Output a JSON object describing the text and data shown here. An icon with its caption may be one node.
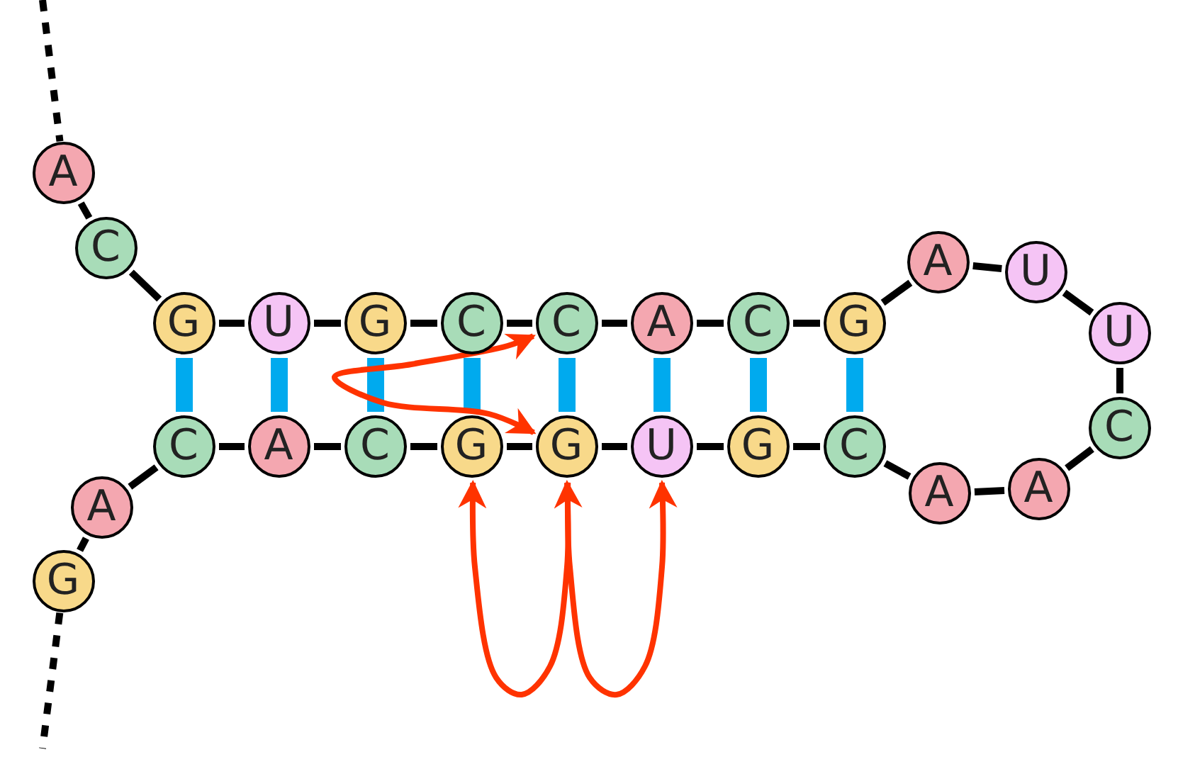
{
  "diagram": {
    "nodes": [
      {
        "text": [
          "A"
        ]
      },
      {
        "text": [
          "C"
        ]
      },
      {
        "text": [
          "G"
        ]
      },
      {
        "text": [
          "U"
        ]
      },
      {
        "text": [
          "G"
        ]
      },
      {
        "text": [
          "C"
        ]
      },
      {
        "text": [
          "C"
        ]
      },
      {
        "text": [
          "A"
        ]
      },
      {
        "text": [
          "C"
        ]
      },
      {
        "text": [
          "G"
        ]
      },
      {
        "text": [
          "A"
        ]
      },
      {
        "text": [
          "U"
        ]
      },
      {
        "text": [
          "U"
        ]
      },
      {
        "text": [
          "C"
        ]
      },
      {
        "text": [
          "A"
        ]
      },
      {
        "text": [
          "A"
        ]
      },
      {
        "text": [
          "C"
        ]
      },
      {
        "text": [
          "G"
        ]
      },
      {
        "text": [
          "U"
        ]
      },
      {
        "text": [
          "G"
        ]
      },
      {
        "text": [
          "G"
        ]
      },
      {
        "text": [
          "C"
        ]
      },
      {
        "text": [
          "A"
        ]
      },
      {
        "text": [
          "C"
        ]
      },
      {
        "text": [
          "A"
        ]
      },
      {
        "text": [
          "G"
        ]
      }
    ],
    "edges": [
      {
        "from": null,
        "to": 0,
        "arrow": "none",
        "style": "dashed"
      },
      {
        "from": 0,
        "to": 1,
        "arrow": "none"
      },
      {
        "from": 1,
        "to": 2,
        "arrow": "none"
      },
      {
        "from": 2,
        "to": 3,
        "arrow": "none"
      },
      {
        "from": 3,
        "to": 4,
        "arrow": "none"
      },
      {
        "from": 4,
        "to": 5,
        "arrow": "none"
      },
      {
        "from": 5,
        "to": 6,
        "arrow": "none"
      },
      {
        "from": 6,
        "to": 7,
        "arrow": "none"
      },
      {
        "from": 7,
        "to": 8,
        "arrow": "none"
      },
      {
        "from": 8,
        "to": 9,
        "arrow": "none"
      },
      {
        "from": 9,
        "to": 10,
        "arrow": "none"
      },
      {
        "from": 10,
        "to": 11,
        "arrow": "none"
      },
      {
        "from": 11,
        "to": 12,
        "arrow": "none"
      },
      {
        "from": 12,
        "to": 13,
        "arrow": "none"
      },
      {
        "from": 13,
        "to": 14,
        "arrow": "none"
      },
      {
        "from": 14,
        "to": 15,
        "arrow": "none"
      },
      {
        "from": 15,
        "to": 16,
        "arrow": "none"
      },
      {
        "from": 16,
        "to": 17,
        "arrow": "none"
      },
      {
        "from": 17,
        "to": 18,
        "arrow": "none"
      },
      {
        "from": 18,
        "to": 19,
        "arrow": "none"
      },
      {
        "from": 19,
        "to": 20,
        "arrow": "none"
      },
      {
        "from": 20,
        "to": 21,
        "arrow": "none"
      },
      {
        "from": 21,
        "to": 22,
        "arrow": "none"
      },
      {
        "from": 22,
        "to": 23,
        "arrow": "none"
      },
      {
        "from": 23,
        "to": 24,
        "arrow": "none"
      },
      {
        "from": 24,
        "to": 25,
        "arrow": "none"
      },
      {
        "from": 25,
        "to": null,
        "arrow": "none",
        "style": "dashed"
      },
      {
        "from": 2,
        "to": 23,
        "arrow": "none",
        "style": "thick",
        "color": "#00aaee"
      },
      {
        "from": 3,
        "to": 22,
        "arrow": "none",
        "style": "thick",
        "color": "#00aaee"
      },
      {
        "from": 4,
        "to": 21,
        "arrow": "none",
        "style": "thick",
        "color": "#00aaee"
      },
      {
        "from": 5,
        "to": 20,
        "arrow": "none",
        "style": "thick",
        "color": "#00aaee"
      },
      {
        "from": 6,
        "to": 19,
        "arrow": "none",
        "style": "thick",
        "color": "#00aaee"
      },
      {
        "from": 7,
        "to": 18,
        "arrow": "none",
        "style": "thick",
        "color": "#00aaee"
      },
      {
        "from": 8,
        "to": 17,
        "arrow": "none",
        "style": "thick",
        "color": "#00aaee"
      },
      {
        "from": 9,
        "to": 16,
        "arrow": "none",
        "style": "thick",
        "color": "#00aaee"
      },
      {
        "from": 6,
        "to": 19,
        "arrow": "both",
        "color": "#ff3300"
      },
      {
        "from": 20,
        "to": 19,
        "arrow": "both",
        "color": "#ff3300"
      },
      {
        "from": 19,
        "to": 18,
        "arrow": "to",
        "color": "#ff3300"
      }
    ]
  }
}
